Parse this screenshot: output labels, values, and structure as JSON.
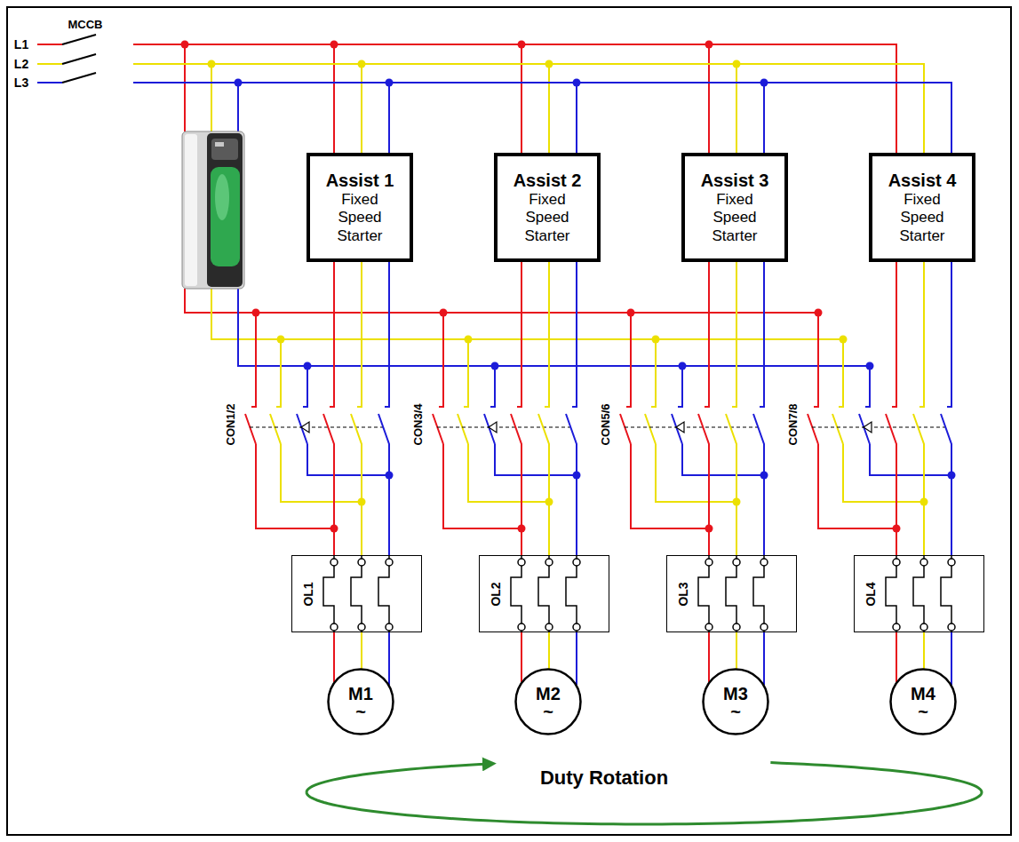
{
  "diagram": {
    "nodes": [
      {
        "text": [
          "Assist 1",
          "Fixed Speed Starter"
        ]
      },
      {
        "text": [
          "Assist 2",
          "Fixed Speed Starter"
        ]
      },
      {
        "text": [
          "Assist 3",
          "Fixed Speed Starter"
        ]
      },
      {
        "text": [
          "Assist 4",
          "Fixed Speed Starter"
        ]
      },
      {
        "text": [
          "OL1"
        ]
      },
      {
        "text": [
          "OL2"
        ]
      },
      {
        "text": [
          "OL3"
        ]
      },
      {
        "text": [
          "OL4"
        ]
      },
      {
        "text": [
          "M1",
          "~"
        ]
      },
      {
        "text": [
          "M2",
          "~"
        ]
      },
      {
        "text": [
          "M3",
          "~"
        ]
      },
      {
        "text": [
          "M4",
          "~"
        ]
      }
    ],
    "edges": [
      {
        "from": 0,
        "to": 4,
        "arrow": "none"
      },
      {
        "from": 1,
        "to": 5,
        "arrow": "none"
      },
      {
        "from": 2,
        "to": 6,
        "arrow": "none"
      },
      {
        "from": 3,
        "to": 7,
        "arrow": "none"
      },
      {
        "from": 4,
        "to": 8,
        "arrow": "none"
      },
      {
        "from": 5,
        "to": 9,
        "arrow": "none"
      },
      {
        "from": 6,
        "to": 10,
        "arrow": "none"
      },
      {
        "from": 7,
        "to": 11,
        "arrow": "none"
      }
    ],
    "labels": [
      "MCCB",
      "L1",
      "L2",
      "L3",
      "CON1/2",
      "CON3/4",
      "CON5/6",
      "CON7/8",
      "Duty Rotation"
    ]
  }
}
